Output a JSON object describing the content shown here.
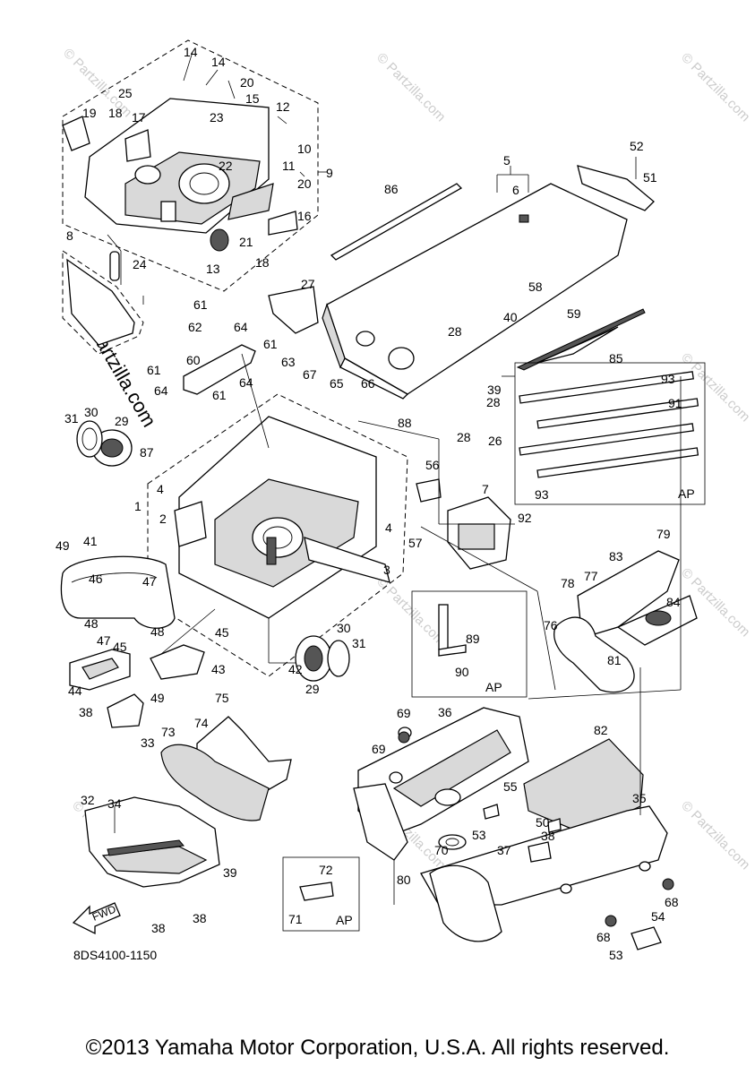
{
  "watermark": "© Partzilla.com",
  "diagram_code": "8DS4100-1150",
  "fwd_label": "FWD",
  "ap_label": "AP",
  "copyright": "©2013 Yamaha Motor Corporation, U.S.A. All rights reserved.",
  "callouts": {
    "c1": "1",
    "c2": "2",
    "c3": "3",
    "c4a": "4",
    "c4b": "4",
    "c5": "5",
    "c6": "6",
    "c7": "7",
    "c8": "8",
    "c9": "9",
    "c10": "10",
    "c11": "11",
    "c12": "12",
    "c13": "13",
    "c14a": "14",
    "c14b": "14",
    "c15": "15",
    "c16": "16",
    "c17": "17",
    "c18a": "18",
    "c18b": "18",
    "c19": "19",
    "c20a": "20",
    "c20b": "20",
    "c21": "21",
    "c22": "22",
    "c23": "23",
    "c24": "24",
    "c25": "25",
    "c26": "26",
    "c27": "27",
    "c28a": "28",
    "c28b": "28",
    "c28c": "28",
    "c29a": "29",
    "c29b": "29",
    "c30a": "30",
    "c30b": "30",
    "c31a": "31",
    "c31b": "31",
    "c32": "32",
    "c33": "33",
    "c34": "34",
    "c35": "35",
    "c36": "36",
    "c37": "37",
    "c38a": "38",
    "c38b": "38",
    "c38c": "38",
    "c38d": "38",
    "c39a": "39",
    "c39b": "39",
    "c40": "40",
    "c41": "41",
    "c42": "42",
    "c43": "43",
    "c44": "44",
    "c45a": "45",
    "c45b": "45",
    "c46": "46",
    "c47a": "47",
    "c47b": "47",
    "c48a": "48",
    "c48b": "48",
    "c49a": "49",
    "c49b": "49",
    "c50": "50",
    "c51": "51",
    "c52": "52",
    "c53a": "53",
    "c53b": "53",
    "c54": "54",
    "c55": "55",
    "c56": "56",
    "c57": "57",
    "c58": "58",
    "c59": "59",
    "c60": "60",
    "c61a": "61",
    "c61b": "61",
    "c61c": "61",
    "c61d": "61",
    "c62": "62",
    "c63": "63",
    "c64a": "64",
    "c64b": "64",
    "c64c": "64",
    "c65": "65",
    "c66": "66",
    "c67": "67",
    "c68a": "68",
    "c68b": "68",
    "c69a": "69",
    "c69b": "69",
    "c70": "70",
    "c71": "71",
    "c72": "72",
    "c73": "73",
    "c74": "74",
    "c75": "75",
    "c76": "76",
    "c77": "77",
    "c78": "78",
    "c79": "79",
    "c80": "80",
    "c81": "81",
    "c82": "82",
    "c83": "83",
    "c84": "84",
    "c85": "85",
    "c86": "86",
    "c87": "87",
    "c88": "88",
    "c89": "89",
    "c90": "90",
    "c91": "91",
    "c92": "92",
    "c93a": "93",
    "c93b": "93"
  }
}
